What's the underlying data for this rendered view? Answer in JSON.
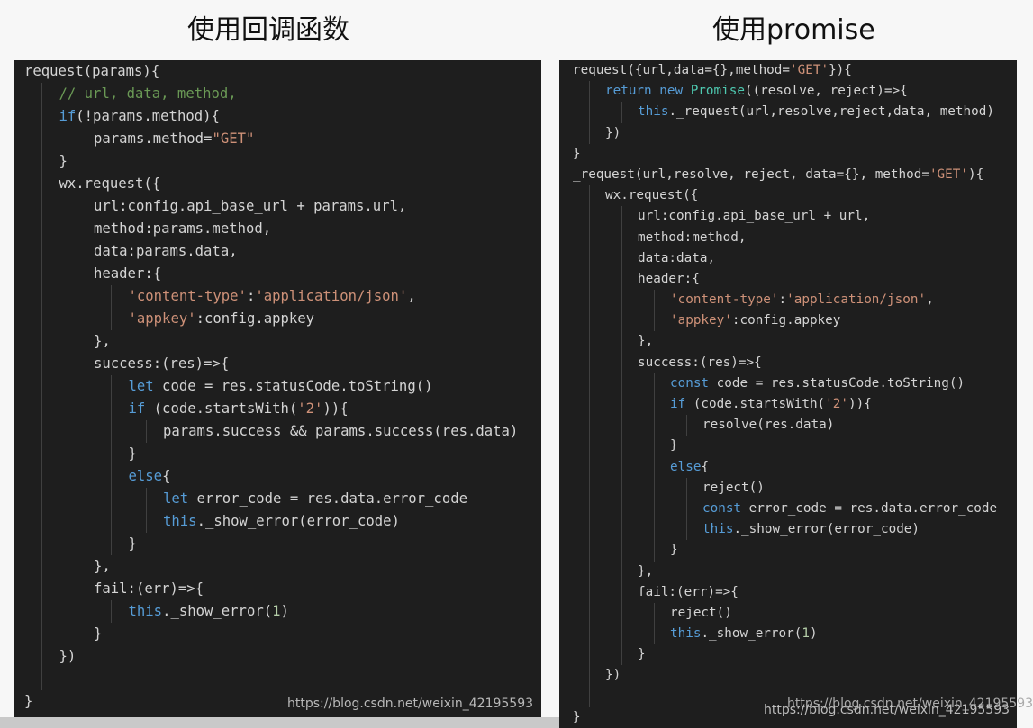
{
  "headings": {
    "left": "使用回调函数",
    "right": "使用promise"
  },
  "colors": {
    "keyword": "#569cd6",
    "string": "#ce9178",
    "comment": "#6a9955",
    "number": "#b5cea8",
    "type": "#4ec9b0",
    "text": "#d4d4d4",
    "background": "#1e1e1e"
  },
  "left_code": [
    {
      "indent": 0,
      "tokens": [
        [
          "request(params){",
          ""
        ]
      ]
    },
    {
      "indent": 1,
      "tokens": [
        [
          "// url, data, method,",
          "c"
        ]
      ]
    },
    {
      "indent": 1,
      "tokens": [
        [
          "if",
          "k"
        ],
        [
          "(!params.method){",
          ""
        ]
      ]
    },
    {
      "indent": 2,
      "tokens": [
        [
          "params.method=",
          ""
        ],
        [
          "\"GET\"",
          "s"
        ]
      ]
    },
    {
      "indent": 1,
      "tokens": [
        [
          "}",
          ""
        ]
      ]
    },
    {
      "indent": 1,
      "tokens": [
        [
          "wx.request({",
          ""
        ]
      ]
    },
    {
      "indent": 2,
      "tokens": [
        [
          "url:config.api_base_url + params.url,",
          ""
        ]
      ]
    },
    {
      "indent": 2,
      "tokens": [
        [
          "method:params.method,",
          ""
        ]
      ]
    },
    {
      "indent": 2,
      "tokens": [
        [
          "data:params.data,",
          ""
        ]
      ]
    },
    {
      "indent": 2,
      "tokens": [
        [
          "header:{",
          ""
        ]
      ]
    },
    {
      "indent": 3,
      "tokens": [
        [
          "'content-type'",
          "s"
        ],
        [
          ":",
          ""
        ],
        [
          "'application/json'",
          "s"
        ],
        [
          ",",
          ""
        ]
      ]
    },
    {
      "indent": 3,
      "tokens": [
        [
          "'appkey'",
          "s"
        ],
        [
          ":config.appkey",
          ""
        ]
      ]
    },
    {
      "indent": 2,
      "tokens": [
        [
          "},",
          ""
        ]
      ]
    },
    {
      "indent": 2,
      "tokens": [
        [
          "success:(res)=>{",
          ""
        ]
      ]
    },
    {
      "indent": 3,
      "tokens": [
        [
          "let",
          "k"
        ],
        [
          " code = res.statusCode.toString()",
          ""
        ]
      ]
    },
    {
      "indent": 3,
      "tokens": [
        [
          "if",
          "k"
        ],
        [
          " (code.startsWith(",
          ""
        ],
        [
          "'2'",
          "s"
        ],
        [
          ")){",
          ""
        ]
      ]
    },
    {
      "indent": 4,
      "tokens": [
        [
          "params.success && params.success(res.data)",
          ""
        ]
      ]
    },
    {
      "indent": 3,
      "tokens": [
        [
          "}",
          ""
        ]
      ]
    },
    {
      "indent": 3,
      "tokens": [
        [
          "else",
          "k"
        ],
        [
          "{",
          ""
        ]
      ]
    },
    {
      "indent": 4,
      "tokens": [
        [
          "let",
          "k"
        ],
        [
          " error_code = res.data.error_code",
          ""
        ]
      ]
    },
    {
      "indent": 4,
      "tokens": [
        [
          "this",
          "k"
        ],
        [
          "._show_error(error_code)",
          ""
        ]
      ]
    },
    {
      "indent": 3,
      "tokens": [
        [
          "}",
          ""
        ]
      ]
    },
    {
      "indent": 2,
      "tokens": [
        [
          "},",
          ""
        ]
      ]
    },
    {
      "indent": 2,
      "tokens": [
        [
          "fail:(err)=>{",
          ""
        ]
      ]
    },
    {
      "indent": 3,
      "tokens": [
        [
          "this",
          "k"
        ],
        [
          "._show_error(",
          ""
        ],
        [
          "1",
          "n"
        ],
        [
          ")",
          ""
        ]
      ]
    },
    {
      "indent": 2,
      "tokens": [
        [
          "}",
          ""
        ]
      ]
    },
    {
      "indent": 1,
      "tokens": [
        [
          "})",
          ""
        ]
      ]
    },
    {
      "indent": 1,
      "tokens": []
    },
    {
      "indent": 0,
      "tokens": [
        [
          "}",
          ""
        ]
      ]
    }
  ],
  "right_code": [
    {
      "indent": 0,
      "tokens": [
        [
          "request({url,data={},method=",
          ""
        ],
        [
          "'GET'",
          "s"
        ],
        [
          "}){",
          ""
        ]
      ]
    },
    {
      "indent": 1,
      "tokens": [
        [
          "return",
          "k"
        ],
        [
          " ",
          ""
        ],
        [
          "new",
          "k"
        ],
        [
          " ",
          ""
        ],
        [
          "Promise",
          "t"
        ],
        [
          "((resolve, reject)=>{",
          ""
        ]
      ]
    },
    {
      "indent": 2,
      "tokens": [
        [
          "this",
          "k"
        ],
        [
          "._request(url,resolve,reject,data, method)",
          ""
        ]
      ]
    },
    {
      "indent": 1,
      "tokens": [
        [
          "})",
          ""
        ]
      ]
    },
    {
      "indent": 0,
      "tokens": [
        [
          "}",
          ""
        ]
      ]
    },
    {
      "indent": 0,
      "tokens": [
        [
          "_request(url,resolve, reject, data={}, method=",
          ""
        ],
        [
          "'GET'",
          "s"
        ],
        [
          "){",
          ""
        ]
      ]
    },
    {
      "indent": 1,
      "tokens": [
        [
          "wx.request({",
          ""
        ]
      ]
    },
    {
      "indent": 2,
      "tokens": [
        [
          "url:config.api_base_url + url,",
          ""
        ]
      ]
    },
    {
      "indent": 2,
      "tokens": [
        [
          "method:method,",
          ""
        ]
      ]
    },
    {
      "indent": 2,
      "tokens": [
        [
          "data:data,",
          ""
        ]
      ]
    },
    {
      "indent": 2,
      "tokens": [
        [
          "header:{",
          ""
        ]
      ]
    },
    {
      "indent": 3,
      "tokens": [
        [
          "'content-type'",
          "s"
        ],
        [
          ":",
          ""
        ],
        [
          "'application/json'",
          "s"
        ],
        [
          ",",
          ""
        ]
      ]
    },
    {
      "indent": 3,
      "tokens": [
        [
          "'appkey'",
          "s"
        ],
        [
          ":config.appkey",
          ""
        ]
      ]
    },
    {
      "indent": 2,
      "tokens": [
        [
          "},",
          ""
        ]
      ]
    },
    {
      "indent": 2,
      "tokens": [
        [
          "success:(res)=>{",
          ""
        ]
      ]
    },
    {
      "indent": 3,
      "tokens": [
        [
          "const",
          "k"
        ],
        [
          " code = res.statusCode.toString()",
          ""
        ]
      ]
    },
    {
      "indent": 3,
      "tokens": [
        [
          "if",
          "k"
        ],
        [
          " (code.startsWith(",
          ""
        ],
        [
          "'2'",
          "s"
        ],
        [
          ")){",
          ""
        ]
      ]
    },
    {
      "indent": 4,
      "tokens": [
        [
          "resolve(res.data)",
          ""
        ]
      ]
    },
    {
      "indent": 3,
      "tokens": [
        [
          "}",
          ""
        ]
      ]
    },
    {
      "indent": 3,
      "tokens": [
        [
          "else",
          "k"
        ],
        [
          "{",
          ""
        ]
      ]
    },
    {
      "indent": 4,
      "tokens": [
        [
          "reject()",
          ""
        ]
      ]
    },
    {
      "indent": 4,
      "tokens": [
        [
          "const",
          "k"
        ],
        [
          " error_code = res.data.error_code",
          ""
        ]
      ]
    },
    {
      "indent": 4,
      "tokens": [
        [
          "this",
          "k"
        ],
        [
          "._show_error(error_code)",
          ""
        ]
      ]
    },
    {
      "indent": 3,
      "tokens": [
        [
          "}",
          ""
        ]
      ]
    },
    {
      "indent": 2,
      "tokens": [
        [
          "},",
          ""
        ]
      ]
    },
    {
      "indent": 2,
      "tokens": [
        [
          "fail:(err)=>{",
          ""
        ]
      ]
    },
    {
      "indent": 3,
      "tokens": [
        [
          "reject()",
          ""
        ]
      ]
    },
    {
      "indent": 3,
      "tokens": [
        [
          "this",
          "k"
        ],
        [
          "._show_error(",
          ""
        ],
        [
          "1",
          "n"
        ],
        [
          ")",
          ""
        ]
      ]
    },
    {
      "indent": 2,
      "tokens": [
        [
          "}",
          ""
        ]
      ]
    },
    {
      "indent": 1,
      "tokens": [
        [
          "})",
          ""
        ]
      ]
    },
    {
      "indent": 1,
      "tokens": []
    },
    {
      "indent": 0,
      "tokens": [
        [
          "}",
          ""
        ]
      ]
    }
  ],
  "watermarks": {
    "left": "https://blog.csdn.net/weixin_42195593",
    "right_a": "https://blog.csdn.net/weixin_42195593",
    "right_b": "https://blog.csdn.net/weixin_42195593"
  }
}
